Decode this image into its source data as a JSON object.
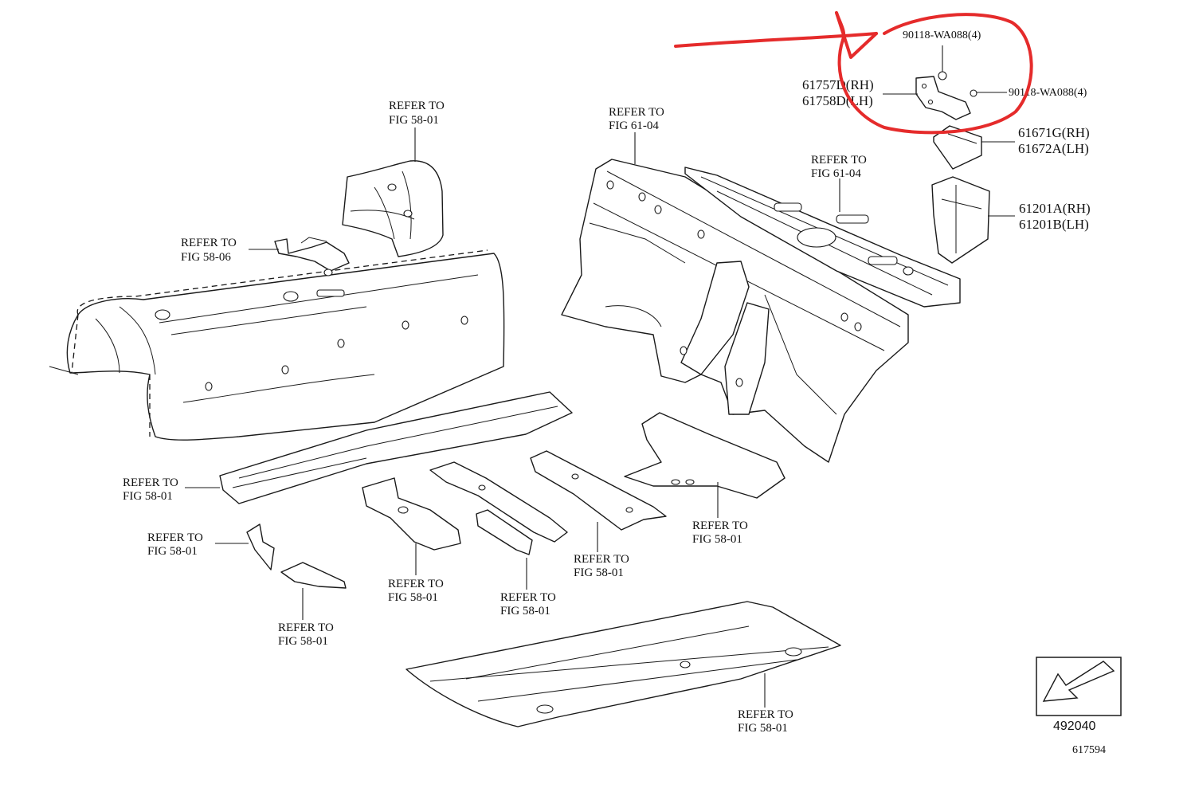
{
  "callouts": {
    "fig_58_01_a": [
      "REFER TO",
      "FIG 58-01"
    ],
    "fig_58_06": [
      "REFER TO",
      "FIG 58-06"
    ],
    "fig_61_04_a": [
      "REFER TO",
      "FIG 61-04"
    ],
    "fig_61_04_b": [
      "REFER TO",
      "FIG 61-04"
    ],
    "fig_58_01_b": [
      "REFER TO",
      "FIG 58-01"
    ],
    "fig_58_01_c": [
      "REFER TO",
      "FIG 58-01"
    ],
    "fig_58_01_d": [
      "REFER TO",
      "FIG 58-01"
    ],
    "fig_58_01_e": [
      "REFER TO",
      "FIG 58-01"
    ],
    "fig_58_01_f": [
      "REFER TO",
      "FIG 58-01"
    ],
    "fig_58_01_g": [
      "REFER TO",
      "FIG 58-01"
    ],
    "fig_58_01_h": [
      "REFER TO",
      "FIG 58-01"
    ],
    "fig_58_01_i": [
      "REFER TO",
      "FIG 58-01"
    ]
  },
  "parts": {
    "bolt_top": "90118-WA088(4)",
    "bolt_right": "90118-WA088(4)",
    "bracket": [
      "61757D(RH)",
      "61758D(LH)"
    ],
    "gusset": [
      "61671G(RH)",
      "61672A(LH)"
    ],
    "panel": [
      "61201A(RH)",
      "61201B(LH)"
    ]
  },
  "legend": {
    "ref_number": "492040",
    "drawing_number": "617594"
  },
  "colors": {
    "annotation": "#e52b2b",
    "line": "#1a1a1a"
  }
}
